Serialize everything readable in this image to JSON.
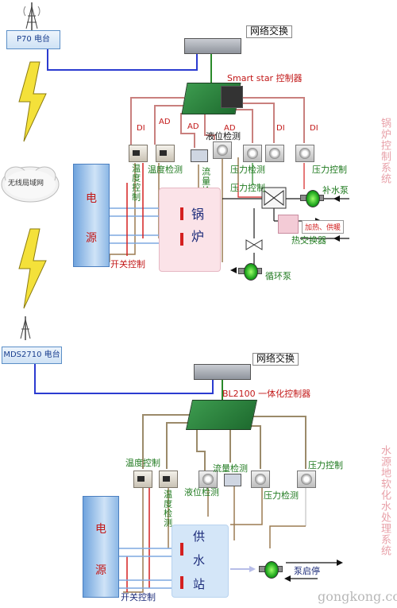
{
  "top_system": {
    "radio_station": "P70 电台",
    "network_switch": "网络交换",
    "controller": "Smart star 控制器",
    "channels": [
      "DI",
      "AD",
      "AD",
      "AD",
      "DI",
      "DI"
    ],
    "labels": {
      "temp_control": "温度控制",
      "temp_detect": "温度检测",
      "level_detect": "液位检测",
      "flow_detect": "流量检测",
      "pressure_detect": "压力检测",
      "pressure_control": "压力控制",
      "pressure_control_2": "压力控制",
      "makeup_pump": "补水泵",
      "heat_supply": "加热、供暖",
      "heat_exchanger": "热交换器",
      "circulation_pump": "循环泵",
      "switch_control": "开关控制",
      "power": "电",
      "power_2": "源",
      "boiler": "锅",
      "boiler_2": "炉"
    },
    "side_title": "锅炉控制系统"
  },
  "wireless": {
    "label": "无线局域网"
  },
  "bottom_system": {
    "radio_station": "MDS2710 电台",
    "network_switch": "网络交换",
    "controller": "BL2100 一体化控制器",
    "labels": {
      "temp_control": "温度控制",
      "temp_detect": "温度检测",
      "level_detect": "液位检测",
      "flow_detect": "流量检测",
      "pressure_detect": "压力检测",
      "pressure_control": "压力控制",
      "pump_start_stop": "泵启停",
      "switch_control": "开关控制",
      "power": "电",
      "power_2": "源",
      "station_1": "供",
      "station_2": "水",
      "station_3": "站"
    },
    "side_title": "水源地软化水处理系统"
  },
  "watermark": "gongkong.com",
  "colors": {
    "signal_line": "#c9807e",
    "data_line": "#2b3bd0",
    "power_line": "#8fb6e8",
    "label_green": "#1f7a1f",
    "label_red": "#c21818"
  }
}
